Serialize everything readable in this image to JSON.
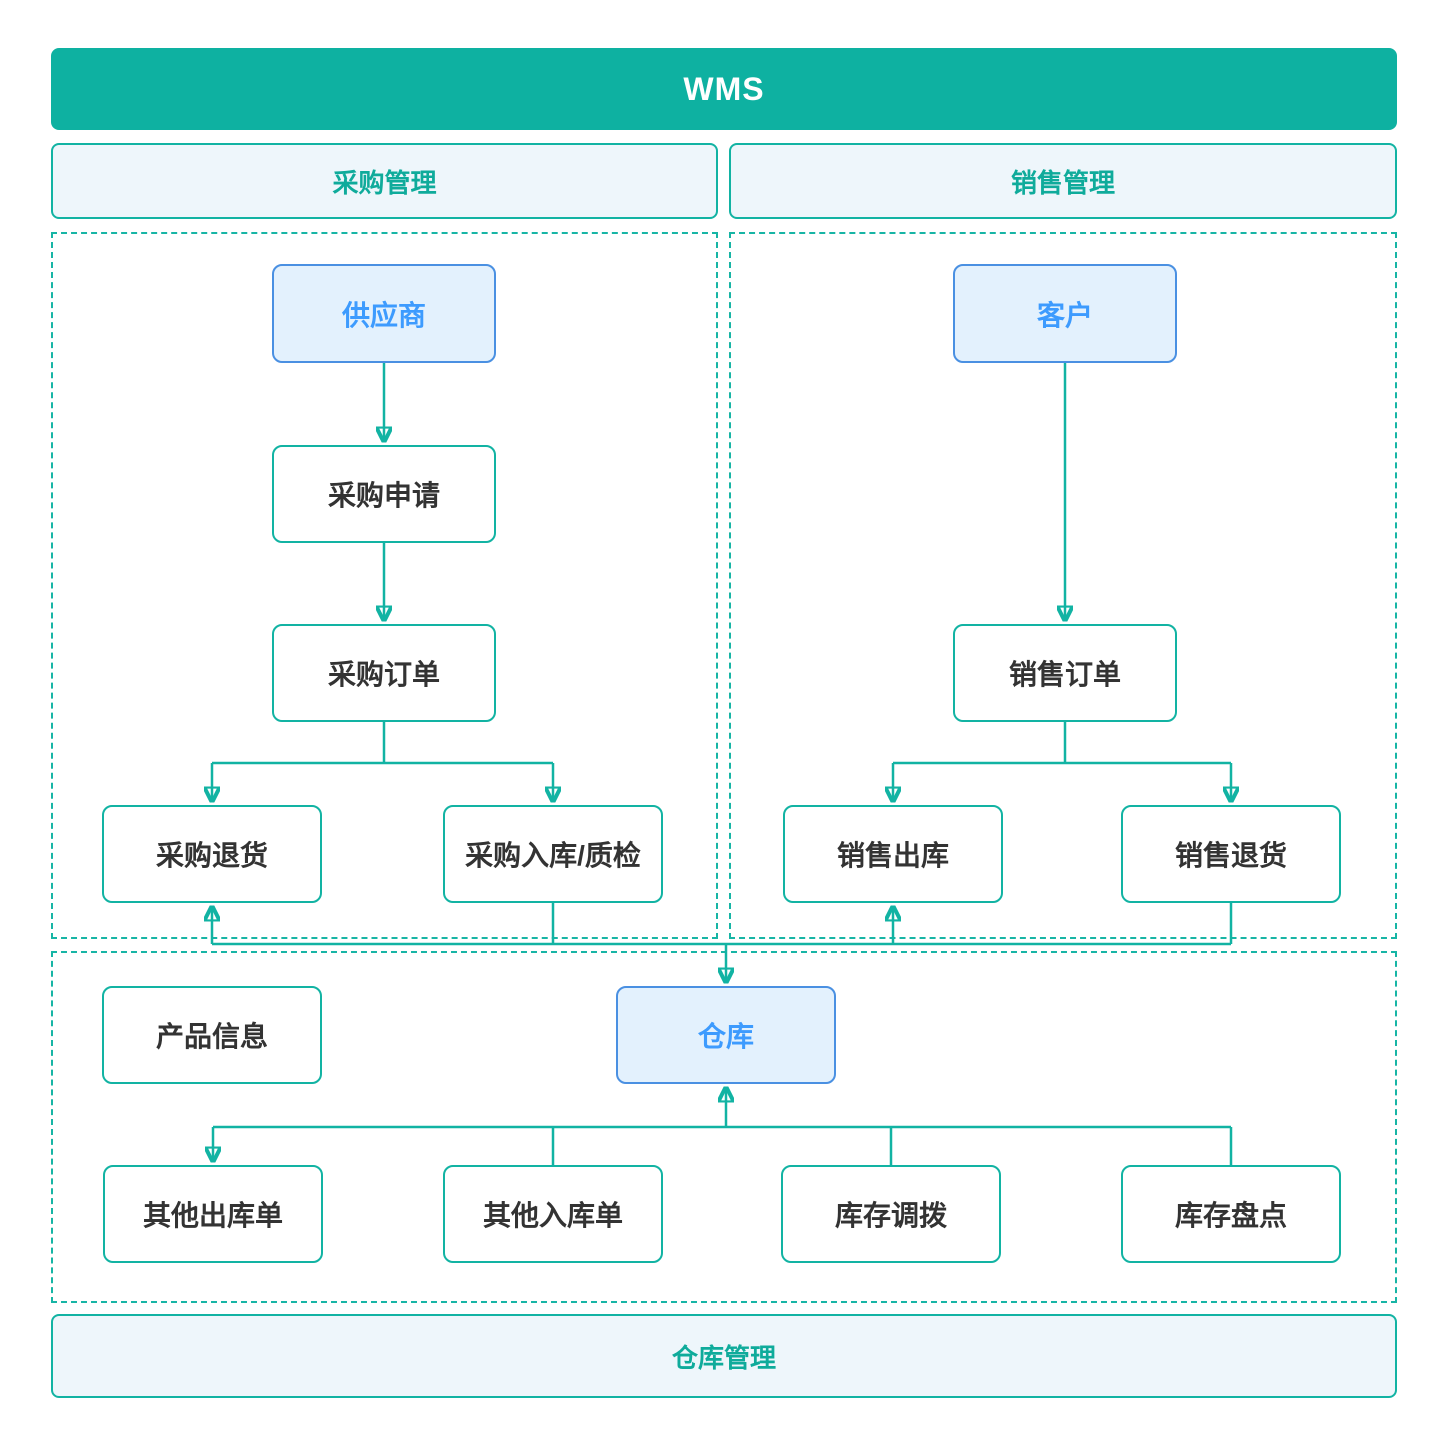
{
  "diagram": {
    "title": "WMS",
    "sections": {
      "purchase": {
        "label": "采购管理"
      },
      "sales": {
        "label": "销售管理"
      },
      "warehouse": {
        "label": "仓库管理"
      }
    },
    "nodes": {
      "supplier": {
        "label": "供应商",
        "type": "entity"
      },
      "purchase_request": {
        "label": "采购申请",
        "type": "process"
      },
      "purchase_order": {
        "label": "采购订单",
        "type": "process"
      },
      "purchase_return": {
        "label": "采购退货",
        "type": "process"
      },
      "purchase_inbound": {
        "label": "采购入库/质检",
        "type": "process"
      },
      "customer": {
        "label": "客户",
        "type": "entity"
      },
      "sales_order": {
        "label": "销售订单",
        "type": "process"
      },
      "sales_outbound": {
        "label": "销售出库",
        "type": "process"
      },
      "sales_return": {
        "label": "销售退货",
        "type": "process"
      },
      "product_info": {
        "label": "产品信息",
        "type": "process"
      },
      "warehouse": {
        "label": "仓库",
        "type": "entity"
      },
      "other_outbound": {
        "label": "其他出库单",
        "type": "process"
      },
      "other_inbound": {
        "label": "其他入库单",
        "type": "process"
      },
      "stock_transfer": {
        "label": "库存调拨",
        "type": "process"
      },
      "stock_count": {
        "label": "库存盘点",
        "type": "process"
      }
    },
    "edges": [
      "供应商 → 采购申请",
      "采购申请 → 采购订单",
      "采购订单 → 采购退货",
      "采购订单 → 采购入库/质检",
      "客户 → 销售订单",
      "销售订单 → 销售出库",
      "销售订单 → 销售退货",
      "采购入库/质检 → 仓库",
      "销售退货 → 仓库",
      "仓库 → 采购退货",
      "仓库 → 销售出库",
      "其他入库单 → 仓库",
      "库存调拨 → 仓库",
      "库存盘点 → 仓库",
      "仓库 → 其他出库单"
    ],
    "colors": {
      "teal_banner": "#0eb1a1",
      "teal_line": "#12b3a3",
      "teal_text": "#0fab9b",
      "header_bg": "#eef6fb",
      "blue_node_bg": "#e3f1fd",
      "blue_node_border": "#4a90e2",
      "blue_node_text": "#3d9bfe",
      "node_text": "#333333",
      "title_text": "#ffffff"
    }
  }
}
